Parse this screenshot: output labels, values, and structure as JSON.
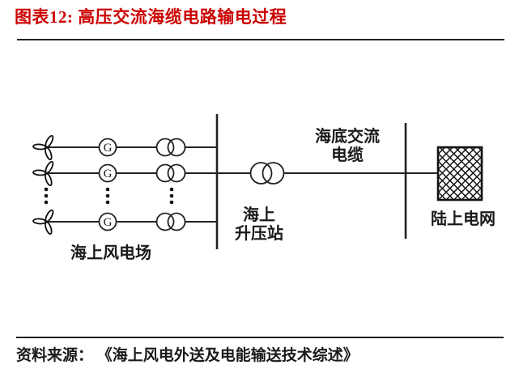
{
  "title": "图表12: 高压交流海缆电路输电过程",
  "diagram": {
    "wind_farm_label": "海上风电场",
    "generator_label": "G",
    "offshore_station": {
      "line1": "海上",
      "line2": "升压站"
    },
    "submarine_cable": {
      "line1": "海底交流",
      "line2": "电缆"
    },
    "onshore_grid_label": "陆上电网",
    "icons": {
      "wind_turbine": "wind-turbine-icon (3-blade propeller outline)",
      "generator": "generator-icon (circle with letter G)",
      "transformer": "transformer-icon (two interlocking circles)",
      "busbar": "busbar-line (vertical bar)",
      "onshore_grid": "hatched-square-icon (crosshatch rectangle)",
      "ellipsis": "vertical-ellipsis-dots (repetition of feeders)"
    }
  },
  "footer": {
    "source": "资料来源： 《海上风电外送及电能输送技术综述》"
  },
  "colors": {
    "title_red": "#cc0000",
    "line": "#222222",
    "background": "#ffffff"
  }
}
